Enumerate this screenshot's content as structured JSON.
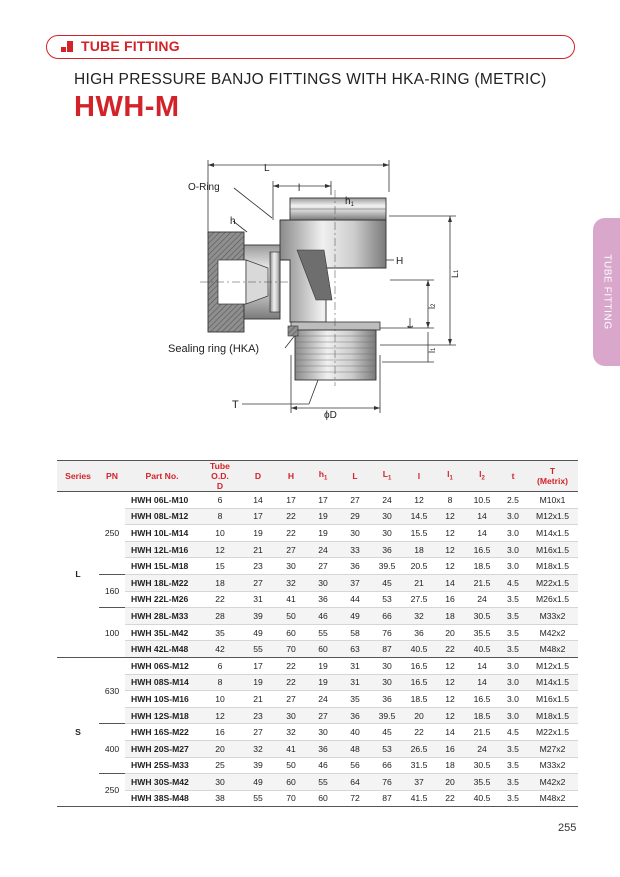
{
  "header": {
    "section": "TUBE FITTING",
    "subtitle": "HIGH PRESSURE BANJO FITTINGS WITH HKA-RING (METRIC)",
    "model": "HWH-M",
    "side_tab": "TUBE FITTING",
    "accent_color": "#d2232a",
    "tab_color": "#d9a7cc"
  },
  "drawing": {
    "labels": {
      "L": "L",
      "l": "l",
      "oring": "O-Ring",
      "h1": "h",
      "h1_sub": "1",
      "h": "h",
      "H": "H",
      "L1": "L",
      "L1_sub": "1",
      "l2": "l",
      "l2_sub": "2",
      "t": "t",
      "l1": "l",
      "l1_sub": "1",
      "sealing": "Sealing ring (HKA)",
      "T": "T",
      "D": "ϕD"
    }
  },
  "table": {
    "headers": {
      "series": "Series",
      "pn": "PN",
      "part": "Part No.",
      "tube_od_1": "Tube O.D.",
      "tube_od_2": "D",
      "D": "D",
      "H": "H",
      "h1": "h",
      "h1_sub": "1",
      "L": "L",
      "L1": "L",
      "L1_sub": "1",
      "l": "l",
      "l1": "l",
      "l1_sub": "1",
      "l2": "l",
      "l2_sub": "2",
      "t": "t",
      "T_1": "T",
      "T_2": "(Metrix)"
    },
    "series_labels": {
      "L": "L",
      "S": "S"
    },
    "pn_groups": [
      "250",
      "160",
      "100",
      "630",
      "400",
      "250"
    ],
    "rows": [
      [
        "HWH 06L-M10",
        "6",
        "14",
        "17",
        "17",
        "27",
        "24",
        "12",
        "8",
        "10.5",
        "2.5",
        "M10x1"
      ],
      [
        "HWH 08L-M12",
        "8",
        "17",
        "22",
        "19",
        "29",
        "30",
        "14.5",
        "12",
        "14",
        "3.0",
        "M12x1.5"
      ],
      [
        "HWH 10L-M14",
        "10",
        "19",
        "22",
        "19",
        "30",
        "30",
        "15.5",
        "12",
        "14",
        "3.0",
        "M14x1.5"
      ],
      [
        "HWH 12L-M16",
        "12",
        "21",
        "27",
        "24",
        "33",
        "36",
        "18",
        "12",
        "16.5",
        "3.0",
        "M16x1.5"
      ],
      [
        "HWH 15L-M18",
        "15",
        "23",
        "30",
        "27",
        "36",
        "39.5",
        "20.5",
        "12",
        "18.5",
        "3.0",
        "M18x1.5"
      ],
      [
        "HWH 18L-M22",
        "18",
        "27",
        "32",
        "30",
        "37",
        "45",
        "21",
        "14",
        "21.5",
        "4.5",
        "M22x1.5"
      ],
      [
        "HWH 22L-M26",
        "22",
        "31",
        "41",
        "36",
        "44",
        "53",
        "27.5",
        "16",
        "24",
        "3.5",
        "M26x1.5"
      ],
      [
        "HWH 28L-M33",
        "28",
        "39",
        "50",
        "46",
        "49",
        "66",
        "32",
        "18",
        "30.5",
        "3.5",
        "M33x2"
      ],
      [
        "HWH 35L-M42",
        "35",
        "49",
        "60",
        "55",
        "58",
        "76",
        "36",
        "20",
        "35.5",
        "3.5",
        "M42x2"
      ],
      [
        "HWH 42L-M48",
        "42",
        "55",
        "70",
        "60",
        "63",
        "87",
        "40.5",
        "22",
        "40.5",
        "3.5",
        "M48x2"
      ],
      [
        "HWH 06S-M12",
        "6",
        "17",
        "22",
        "19",
        "31",
        "30",
        "16.5",
        "12",
        "14",
        "3.0",
        "M12x1.5"
      ],
      [
        "HWH 08S-M14",
        "8",
        "19",
        "22",
        "19",
        "31",
        "30",
        "16.5",
        "12",
        "14",
        "3.0",
        "M14x1.5"
      ],
      [
        "HWH 10S-M16",
        "10",
        "21",
        "27",
        "24",
        "35",
        "36",
        "18.5",
        "12",
        "16.5",
        "3.0",
        "M16x1.5"
      ],
      [
        "HWH 12S-M18",
        "12",
        "23",
        "30",
        "27",
        "36",
        "39.5",
        "20",
        "12",
        "18.5",
        "3.0",
        "M18x1.5"
      ],
      [
        "HWH 16S-M22",
        "16",
        "27",
        "32",
        "30",
        "40",
        "45",
        "22",
        "14",
        "21.5",
        "4.5",
        "M22x1.5"
      ],
      [
        "HWH 20S-M27",
        "20",
        "32",
        "41",
        "36",
        "48",
        "53",
        "26.5",
        "16",
        "24",
        "3.5",
        "M27x2"
      ],
      [
        "HWH 25S-M33",
        "25",
        "39",
        "50",
        "46",
        "56",
        "66",
        "31.5",
        "18",
        "30.5",
        "3.5",
        "M33x2"
      ],
      [
        "HWH 30S-M42",
        "30",
        "49",
        "60",
        "55",
        "64",
        "76",
        "37",
        "20",
        "35.5",
        "3.5",
        "M42x2"
      ],
      [
        "HWH 38S-M48",
        "38",
        "55",
        "70",
        "60",
        "72",
        "87",
        "41.5",
        "22",
        "40.5",
        "3.5",
        "M48x2"
      ]
    ]
  },
  "footer": {
    "page_number": "255"
  }
}
